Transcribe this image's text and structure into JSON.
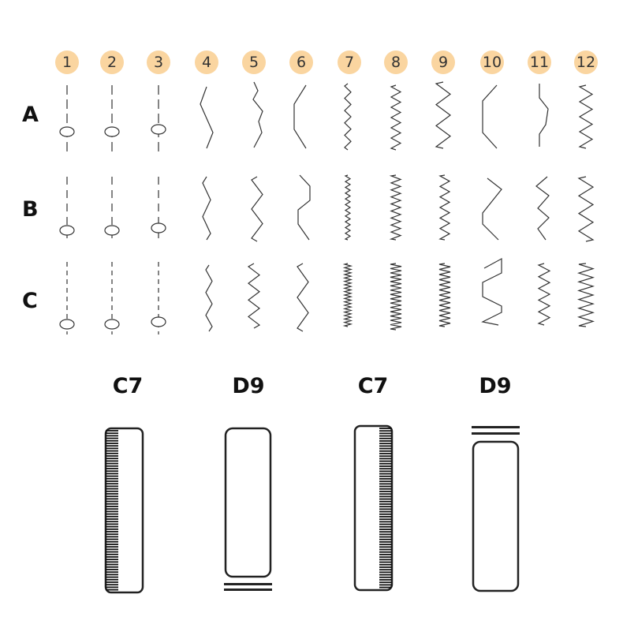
{
  "columns": [
    "1",
    "2",
    "3",
    "4",
    "5",
    "6",
    "7",
    "8",
    "9",
    "10",
    "11",
    "12"
  ],
  "rows": [
    "A",
    "B",
    "C"
  ],
  "colors": {
    "badge": "#fad5a0",
    "line": "#333333"
  },
  "buttonholes": {
    "labels": [
      "C7",
      "D9",
      "C7",
      "D9"
    ],
    "icons": [
      {
        "id": "C7",
        "variant": "left-satin"
      },
      {
        "id": "D9",
        "variant": "bottom-bars"
      },
      {
        "id": "C7",
        "variant": "right-satin"
      },
      {
        "id": "D9",
        "variant": "top-bars"
      }
    ]
  }
}
